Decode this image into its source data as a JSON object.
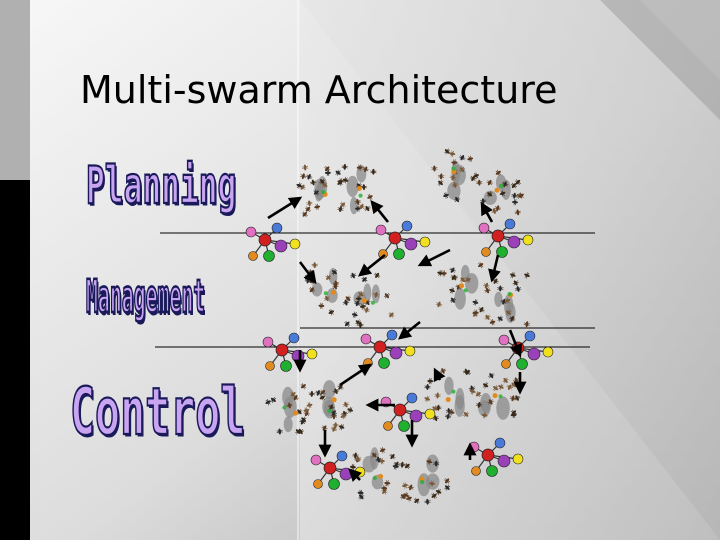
{
  "slide": {
    "title": "Multi-swarm Architecture",
    "layers": [
      {
        "id": "planning",
        "label": "Planning"
      },
      {
        "id": "management",
        "label": "Management"
      },
      {
        "id": "control",
        "label": "Control"
      }
    ]
  },
  "colors": {
    "background_light": "#f4f4f4",
    "background_dark": "#b4b4b4",
    "left_bar": "#000000",
    "label_fill": "#c9a4f0",
    "label_outline": "#1a1a5a",
    "hub": "#d02020",
    "node_blue": "#4a7ad8",
    "node_purple": "#9a40b8",
    "node_green": "#20b030",
    "node_yellow": "#f0e020",
    "node_pink": "#e070c0",
    "node_orange": "#e08a20"
  }
}
